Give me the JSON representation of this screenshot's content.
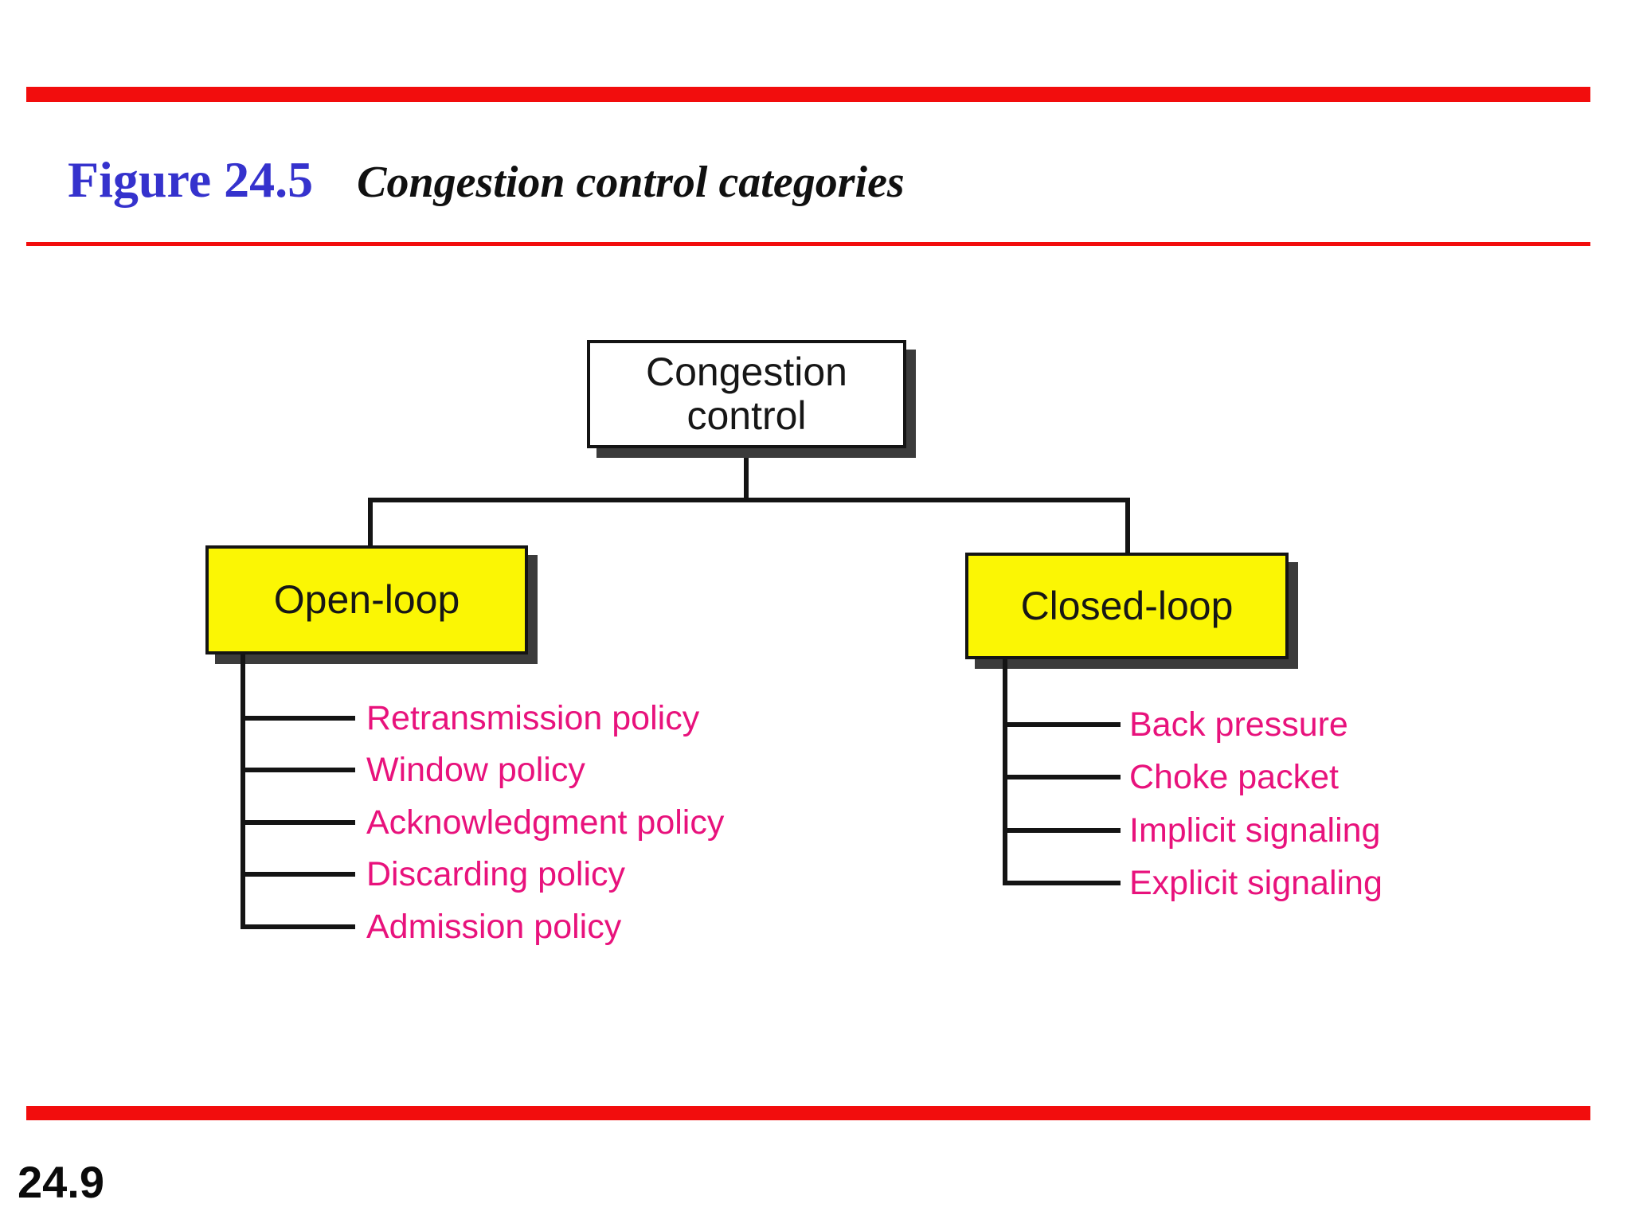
{
  "header": {
    "figure_label": "Figure 24.5",
    "figure_caption": "Congestion control categories"
  },
  "tree": {
    "root_label": "Congestion control",
    "open_loop": {
      "label": "Open-loop",
      "items": [
        "Retransmission policy",
        "Window policy",
        "Acknowledgment policy",
        "Discarding policy",
        "Admission policy"
      ]
    },
    "closed_loop": {
      "label": "Closed-loop",
      "items": [
        "Back pressure",
        "Choke packet",
        "Implicit signaling",
        "Explicit signaling"
      ]
    }
  },
  "footer": {
    "page_number": "24.9"
  },
  "colors": {
    "accent_red": "#f20d0d",
    "title_blue": "#3532cd",
    "item_pink": "#e8127c",
    "box_yellow": "#fbf604",
    "shadow_gray": "#3b3b3b",
    "line_black": "#141414"
  }
}
